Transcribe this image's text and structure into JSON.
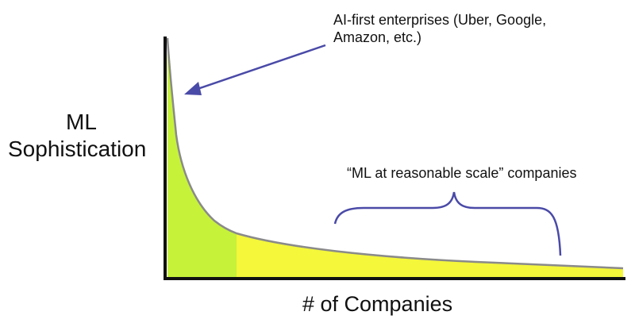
{
  "diagram": {
    "y_axis_label": [
      "ML",
      "Sophistication"
    ],
    "x_axis_label": "# of Companies",
    "annotations": {
      "ai_first": [
        "AI-first enterprises (Uber, Google,",
        "Amazon, etc.)"
      ],
      "reasonable_scale": "“ML at reasonable scale” companies"
    },
    "colors": {
      "head_fill": "#c6f23a",
      "tail_fill": "#f4f73a",
      "curve": "#8a8a8a",
      "axis": "#111111",
      "arrow": "#4a4aa8",
      "brace": "#4a4aa8"
    }
  }
}
